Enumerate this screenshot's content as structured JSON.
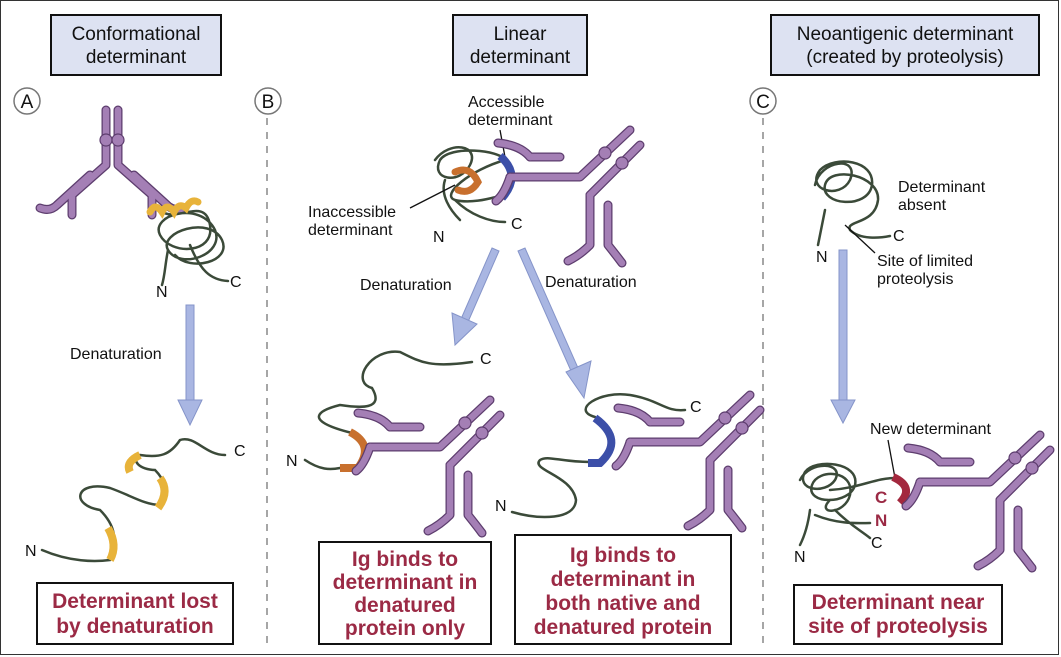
{
  "panels": [
    {
      "id": "A",
      "badge": "A",
      "title_line1": "Conformational",
      "title_line2": "determinant",
      "step_label": "Denaturation",
      "native_terminal_n": "N",
      "native_terminal_c": "C",
      "denatured_terminal_n": "N",
      "denatured_terminal_c": "C",
      "result_line1": "Determinant lost",
      "result_line2": "by denaturation"
    },
    {
      "id": "B",
      "badge": "B",
      "title_line1": "Linear",
      "title_line2": "determinant",
      "accessible_line1": "Accessible",
      "accessible_line2": "determinant",
      "inaccessible_line1": "Inaccessible",
      "inaccessible_line2": "determinant",
      "native_terminal_n": "N",
      "native_terminal_c": "C",
      "step_label_left": "Denaturation",
      "step_label_right": "Denaturation",
      "left_terminal_n": "N",
      "left_terminal_c": "C",
      "right_terminal_n": "N",
      "right_terminal_c": "C",
      "result_left_lines": [
        "Ig binds to",
        "determinant in",
        "denatured",
        "protein only"
      ],
      "result_right_lines": [
        "Ig binds to",
        "determinant in",
        "both native and",
        "denatured protein"
      ]
    },
    {
      "id": "C",
      "badge": "C",
      "title_line1": "Neoantigenic determinant",
      "title_line2": "(created by proteolysis)",
      "absent_line1": "Determinant",
      "absent_line2": "absent",
      "site_line1": "Site of limited",
      "site_line2": "proteolysis",
      "native_terminal_n": "N",
      "native_terminal_c": "C",
      "new_determinant": "New determinant",
      "cleaved_c": "C",
      "cleaved_n": "N",
      "final_terminal_n": "N",
      "final_terminal_c": "C",
      "result_line1": "Determinant near",
      "result_line2": "site of proteolysis"
    }
  ],
  "colors": {
    "antibody": "#a47fb5",
    "antibody_outline": "#5d3d6e",
    "chain": "#3b4a39",
    "conformational_epitope": "#e8b33a",
    "inaccessible_epitope": "#c8702e",
    "accessible_epitope": "#3c4fa8",
    "neo_epitope": "#a3283e",
    "arrow": "#a9b6e2",
    "title_box": "#dde2f2",
    "result_text": "#9b2a45"
  }
}
